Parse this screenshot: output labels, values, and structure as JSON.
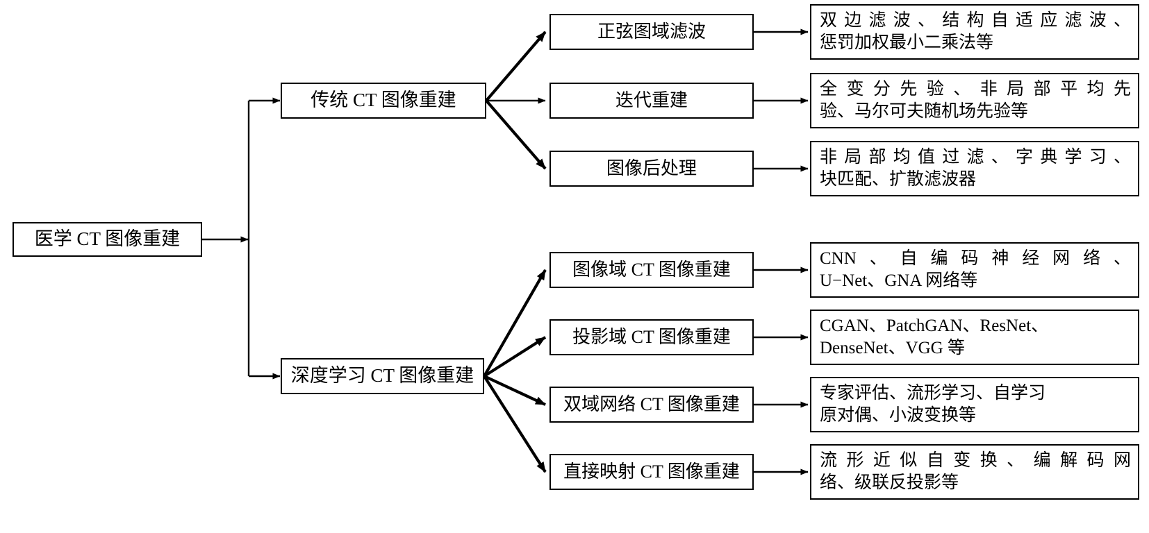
{
  "diagram": {
    "title_text": "医学 CT 图像重建",
    "root": {
      "label": "医学 CT 图像重建"
    },
    "branches": [
      {
        "label": "传统 CT 图像重建",
        "children": [
          {
            "label": "正弦图域滤波",
            "detail_line1": "双边滤波、结构自适应滤波、",
            "detail_line2": "惩罚加权最小二乘法等"
          },
          {
            "label": "迭代重建",
            "detail_line1": "全变分先验、非局部平均先",
            "detail_line2": "验、马尔可夫随机场先验等"
          },
          {
            "label": "图像后处理",
            "detail_line1": "非局部均值过滤、字典学习、",
            "detail_line2": "块匹配、扩散滤波器"
          }
        ]
      },
      {
        "label": "深度学习 CT 图像重建",
        "children": [
          {
            "label": "图像域 CT 图像重建",
            "detail_line1": "CNN、自编码神经网络、",
            "detail_line2": "U−Net、GNA 网络等"
          },
          {
            "label": "投影域 CT 图像重建",
            "detail_line1": "CGAN、PatchGAN、ResNet、",
            "detail_line2": "DenseNet、VGG 等"
          },
          {
            "label": "双域网络 CT 图像重建",
            "detail_line1": "专家评估、流形学习、自学习",
            "detail_line2": "原对偶、小波变换等"
          },
          {
            "label": "直接映射 CT 图像重建",
            "detail_line1": "流形近似自变换、编解码网",
            "detail_line2": "络、级联反投影等"
          }
        ]
      }
    ],
    "colors": {
      "stroke": "#000000",
      "background": "#ffffff",
      "text": "#000000"
    }
  }
}
